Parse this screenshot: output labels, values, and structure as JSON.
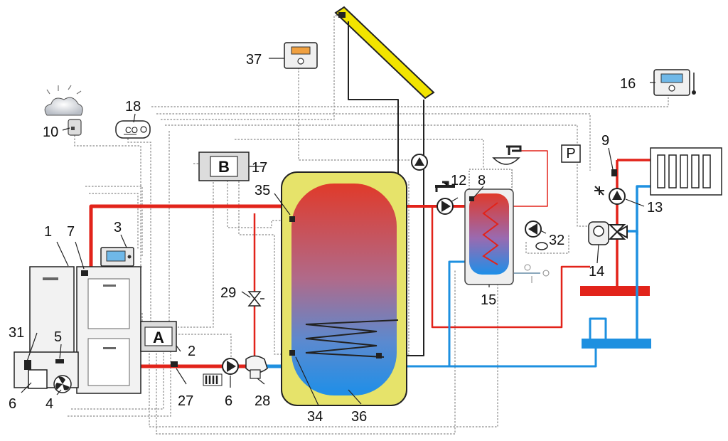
{
  "colors": {
    "hot": "#e2231a",
    "cold": "#1e90e0",
    "tank_jacket": "#e6e36a",
    "collector": "#f2e400",
    "collector_border": "#222222",
    "wire": "#8a8a8a"
  },
  "labels": {
    "l1": "1",
    "l2": "2",
    "l3": "3",
    "l4": "4",
    "l5": "5",
    "l6a": "6",
    "l6b": "6",
    "l7": "7",
    "l8": "8",
    "l9": "9",
    "l10": "10",
    "l12": "12",
    "l13": "13",
    "l14": "14",
    "l15": "15",
    "l16": "16",
    "l17": "17",
    "l18": "18",
    "l27": "27",
    "l28": "28",
    "l29": "29",
    "l31": "31",
    "l32": "32",
    "l34": "34",
    "l35": "35",
    "l36": "36",
    "l37": "37"
  },
  "module_a": "A",
  "module_b": "B",
  "module_p": "P",
  "co_sensor_text": "CO"
}
